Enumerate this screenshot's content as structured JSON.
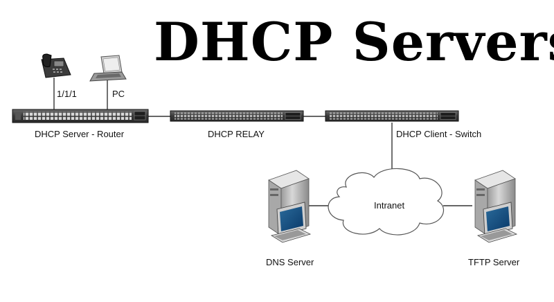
{
  "title": "DHCP Servers",
  "labels": {
    "port": "1/1/1",
    "pc": "PC",
    "router": "DHCP Server - Router",
    "relay": "DHCP RELAY",
    "client": "DHCP Client - Switch",
    "intranet": "Intranet",
    "dns": "DNS Server",
    "tftp": "TFTP Server"
  },
  "icons": {
    "phone": "ip-phone-icon",
    "laptop": "laptop-icon",
    "router": "switch-icon",
    "relay": "switch-icon",
    "client": "switch-icon",
    "cloud": "cloud-icon",
    "dns": "server-workstation-icon",
    "tftp": "server-workstation-icon"
  }
}
